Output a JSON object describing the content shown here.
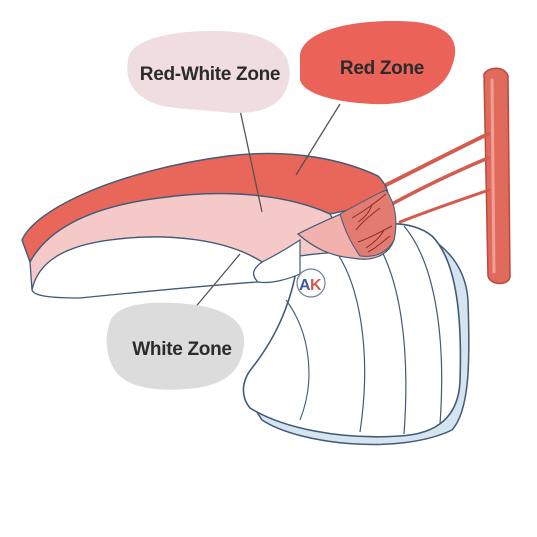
{
  "labels": {
    "red_white_zone": "Red-White Zone",
    "red_zone": "Red Zone",
    "white_zone": "White Zone"
  },
  "colors": {
    "red_zone": "#e8665a",
    "red_white_zone": "#f5c9c7",
    "white_zone": "#ffffff",
    "red_white_bubble": "#efdde0",
    "red_zone_bubble": "#ea6258",
    "white_zone_bubble": "#dcdcdc",
    "outline": "#3f5b78",
    "vessel": "#e06a5c",
    "shadow": "#d6e4ef"
  },
  "icons": {
    "logo": "ak-logo"
  }
}
